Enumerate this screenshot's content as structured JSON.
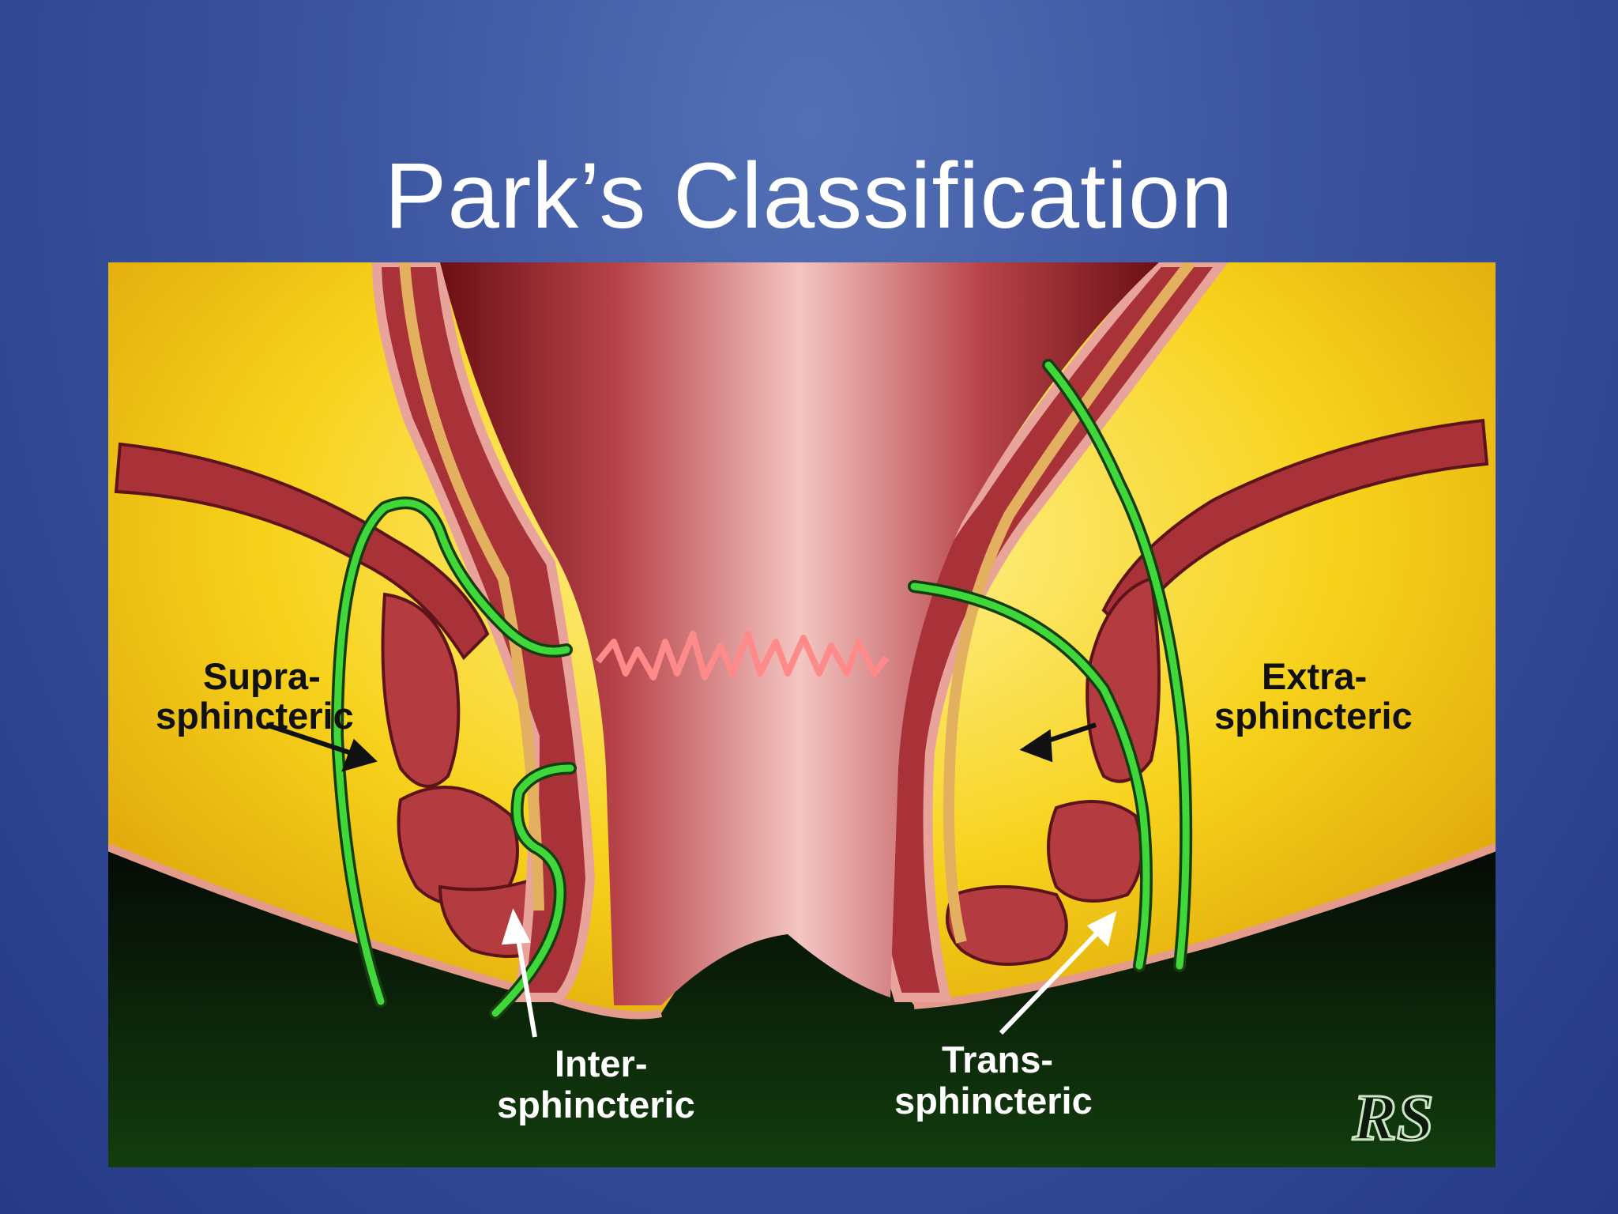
{
  "slide": {
    "title": "Park’s Classification"
  },
  "figure": {
    "labels": {
      "supra": [
        "Supra-",
        "sphincteric"
      ],
      "extra": [
        "Extra-",
        "sphincteric"
      ],
      "inter": [
        "Inter-",
        "sphincteric"
      ],
      "trans": [
        "Trans-",
        "sphincteric"
      ]
    },
    "signature": "RS",
    "colors": {
      "background_blue": "#3c55a0",
      "fat_yellow": "#f5c40f",
      "muscle_red": "#a3353b",
      "mucosa_pink": "#e8a39a",
      "fistula_green": "#3fd73a",
      "skin_dark_green": "#0f3d0c"
    }
  }
}
